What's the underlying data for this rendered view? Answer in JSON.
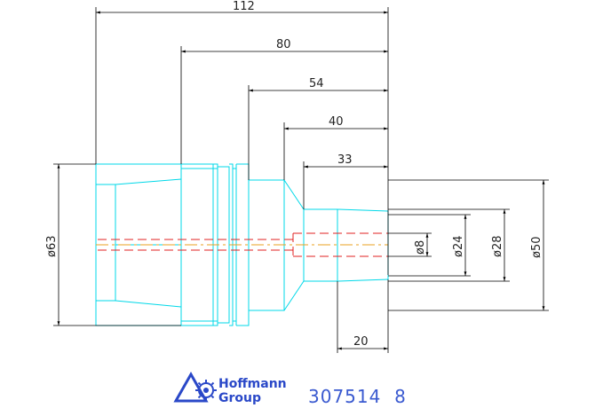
{
  "dimensions": {
    "len_112": "112",
    "len_80": "80",
    "len_54": "54",
    "len_40": "40",
    "len_33": "33",
    "len_20": "20",
    "dia_63": "ø63",
    "dia_50": "ø50",
    "dia_28": "ø28",
    "dia_24": "ø24",
    "dia_8": "ø8"
  },
  "logo": {
    "line1": "Hoffmann",
    "line2": "Group"
  },
  "part_number": "307514  8",
  "colors": {
    "part_outline": "#00d8e8",
    "dimension_lines": "#000000",
    "centerline": "#e8a020",
    "hidden_lines": "#e02020",
    "brand": "#2a48c8"
  }
}
